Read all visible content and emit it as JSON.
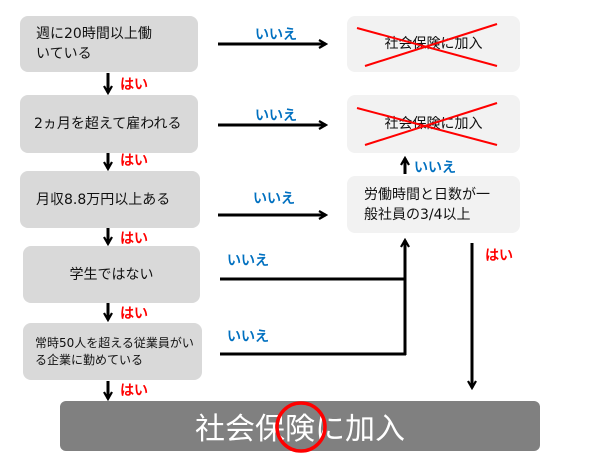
{
  "conditions": [
    {
      "text": "週に20時間以上働いている"
    },
    {
      "text": "2ヵ月を超えて雇われる"
    },
    {
      "text": "月収8.8万円以上ある"
    },
    {
      "text": "学生ではない"
    },
    {
      "text": "常時50人を超える従業員がいる企業に勤めている"
    }
  ],
  "right_boxes": {
    "not_enrolled_1": "社会保険に加入",
    "not_enrolled_2": "社会保険に加入",
    "hours_check": "労働時間と日数が一般社員の3/4以上"
  },
  "labels": {
    "yes": "はい",
    "no": "いいえ"
  },
  "final": "社会保険に加入",
  "colors": {
    "yes": "#ff0000",
    "no": "#0070c0",
    "cross": "#ff0000",
    "final_bg": "#808080"
  }
}
